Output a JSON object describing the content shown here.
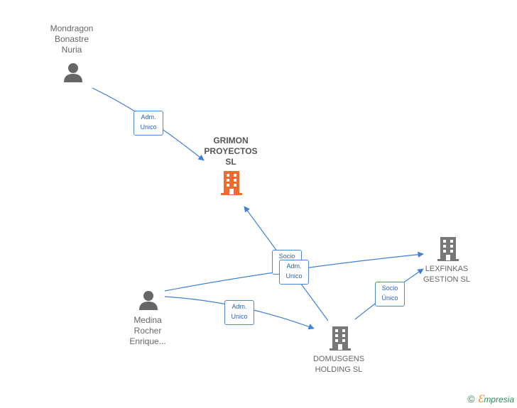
{
  "nodes": {
    "grimon": {
      "label": "GRIMON\nPROYECTOS\nSL",
      "type": "company",
      "color": "#f26a2e"
    },
    "mondragon": {
      "label": "Mondragon\nBonastre\nNuria",
      "type": "person",
      "color": "#666666"
    },
    "medina": {
      "label": "Medina\nRocher\nEnrique...",
      "type": "person",
      "color": "#666666"
    },
    "lexfinkas": {
      "label": "LEXFINKAS\nGESTION  SL",
      "type": "company",
      "color": "#777777"
    },
    "domusgens": {
      "label": "DOMUSGENS\nHOLDING  SL",
      "type": "company",
      "color": "#777777"
    }
  },
  "edges": {
    "mondragon_grimon": "Adm.\nUnico",
    "domusgens_grimon": "Socio\nÚnico",
    "medina_lexfinkas": "Adm.\nUnico",
    "medina_domusgens": "Adm.\nUnico",
    "domusgens_lexfinkas": "Socio\nÚnico"
  },
  "colors": {
    "edge": "#3f7fd6"
  },
  "footer": {
    "copyright": "©",
    "brand_first": "Ɛ",
    "brand_rest": "mpresia"
  }
}
